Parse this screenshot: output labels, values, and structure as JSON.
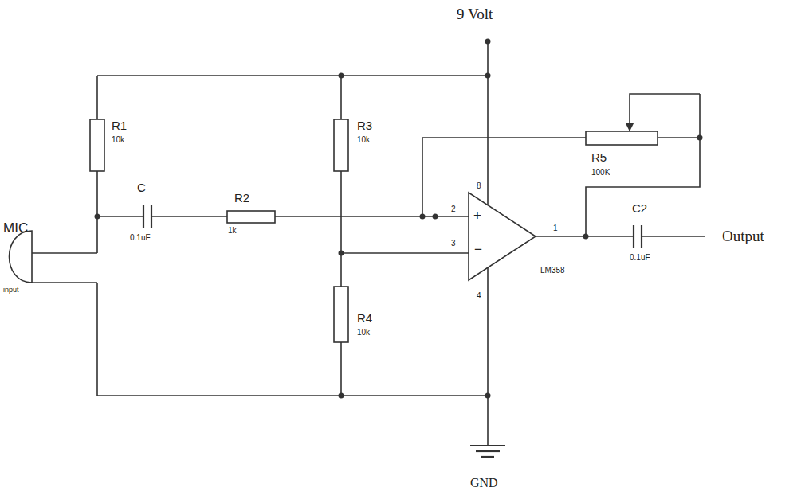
{
  "diagram": {
    "labels": [
      "9 Volt",
      "R1",
      "10k",
      "C",
      "0.1uF",
      "R2",
      "1k",
      "R3",
      "10k",
      "R4",
      "10k",
      "R5",
      "100K",
      "C2",
      "0.1uF",
      "MIC",
      "input",
      "2",
      "3",
      "8",
      "1",
      "4",
      "+",
      "−",
      "LM358",
      "GND",
      "Output"
    ]
  }
}
